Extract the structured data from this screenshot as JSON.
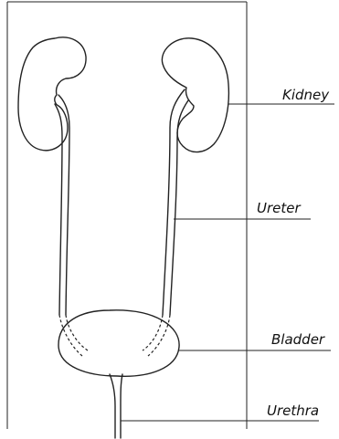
{
  "labels": {
    "kidney": "Kidney",
    "ureter": "Ureter",
    "bladder": "Bladder",
    "urethra": "Urethra"
  }
}
